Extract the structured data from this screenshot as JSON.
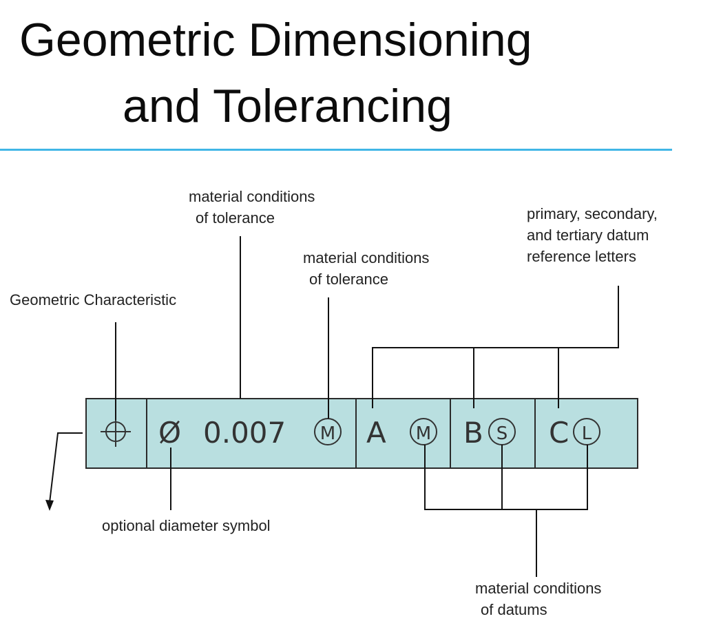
{
  "title": {
    "line1": "Geometric Dimensioning",
    "line2": "and Tolerancing"
  },
  "accent_color": "#41b6e6",
  "frame_color": "#b9dfe0",
  "labels": {
    "geometric_characteristic": "Geometric Characteristic",
    "mc_tolerance_1": [
      "material conditions",
      "of tolerance"
    ],
    "mc_tolerance_2": [
      "material conditions",
      "of tolerance"
    ],
    "datum_letters": [
      "primary, secondary,",
      "and tertiary datum",
      "reference letters"
    ],
    "diameter": "optional diameter symbol",
    "mc_datums": [
      "material conditions",
      "of datums"
    ]
  },
  "frame": {
    "characteristic_symbol": "position-icon",
    "diameter_symbol": "Ø",
    "tolerance": "0.007",
    "tolerance_modifier": "M",
    "datums": [
      {
        "letter": "A",
        "modifier": "M"
      },
      {
        "letter": "B",
        "modifier": "S"
      },
      {
        "letter": "C",
        "modifier": "L"
      }
    ]
  }
}
